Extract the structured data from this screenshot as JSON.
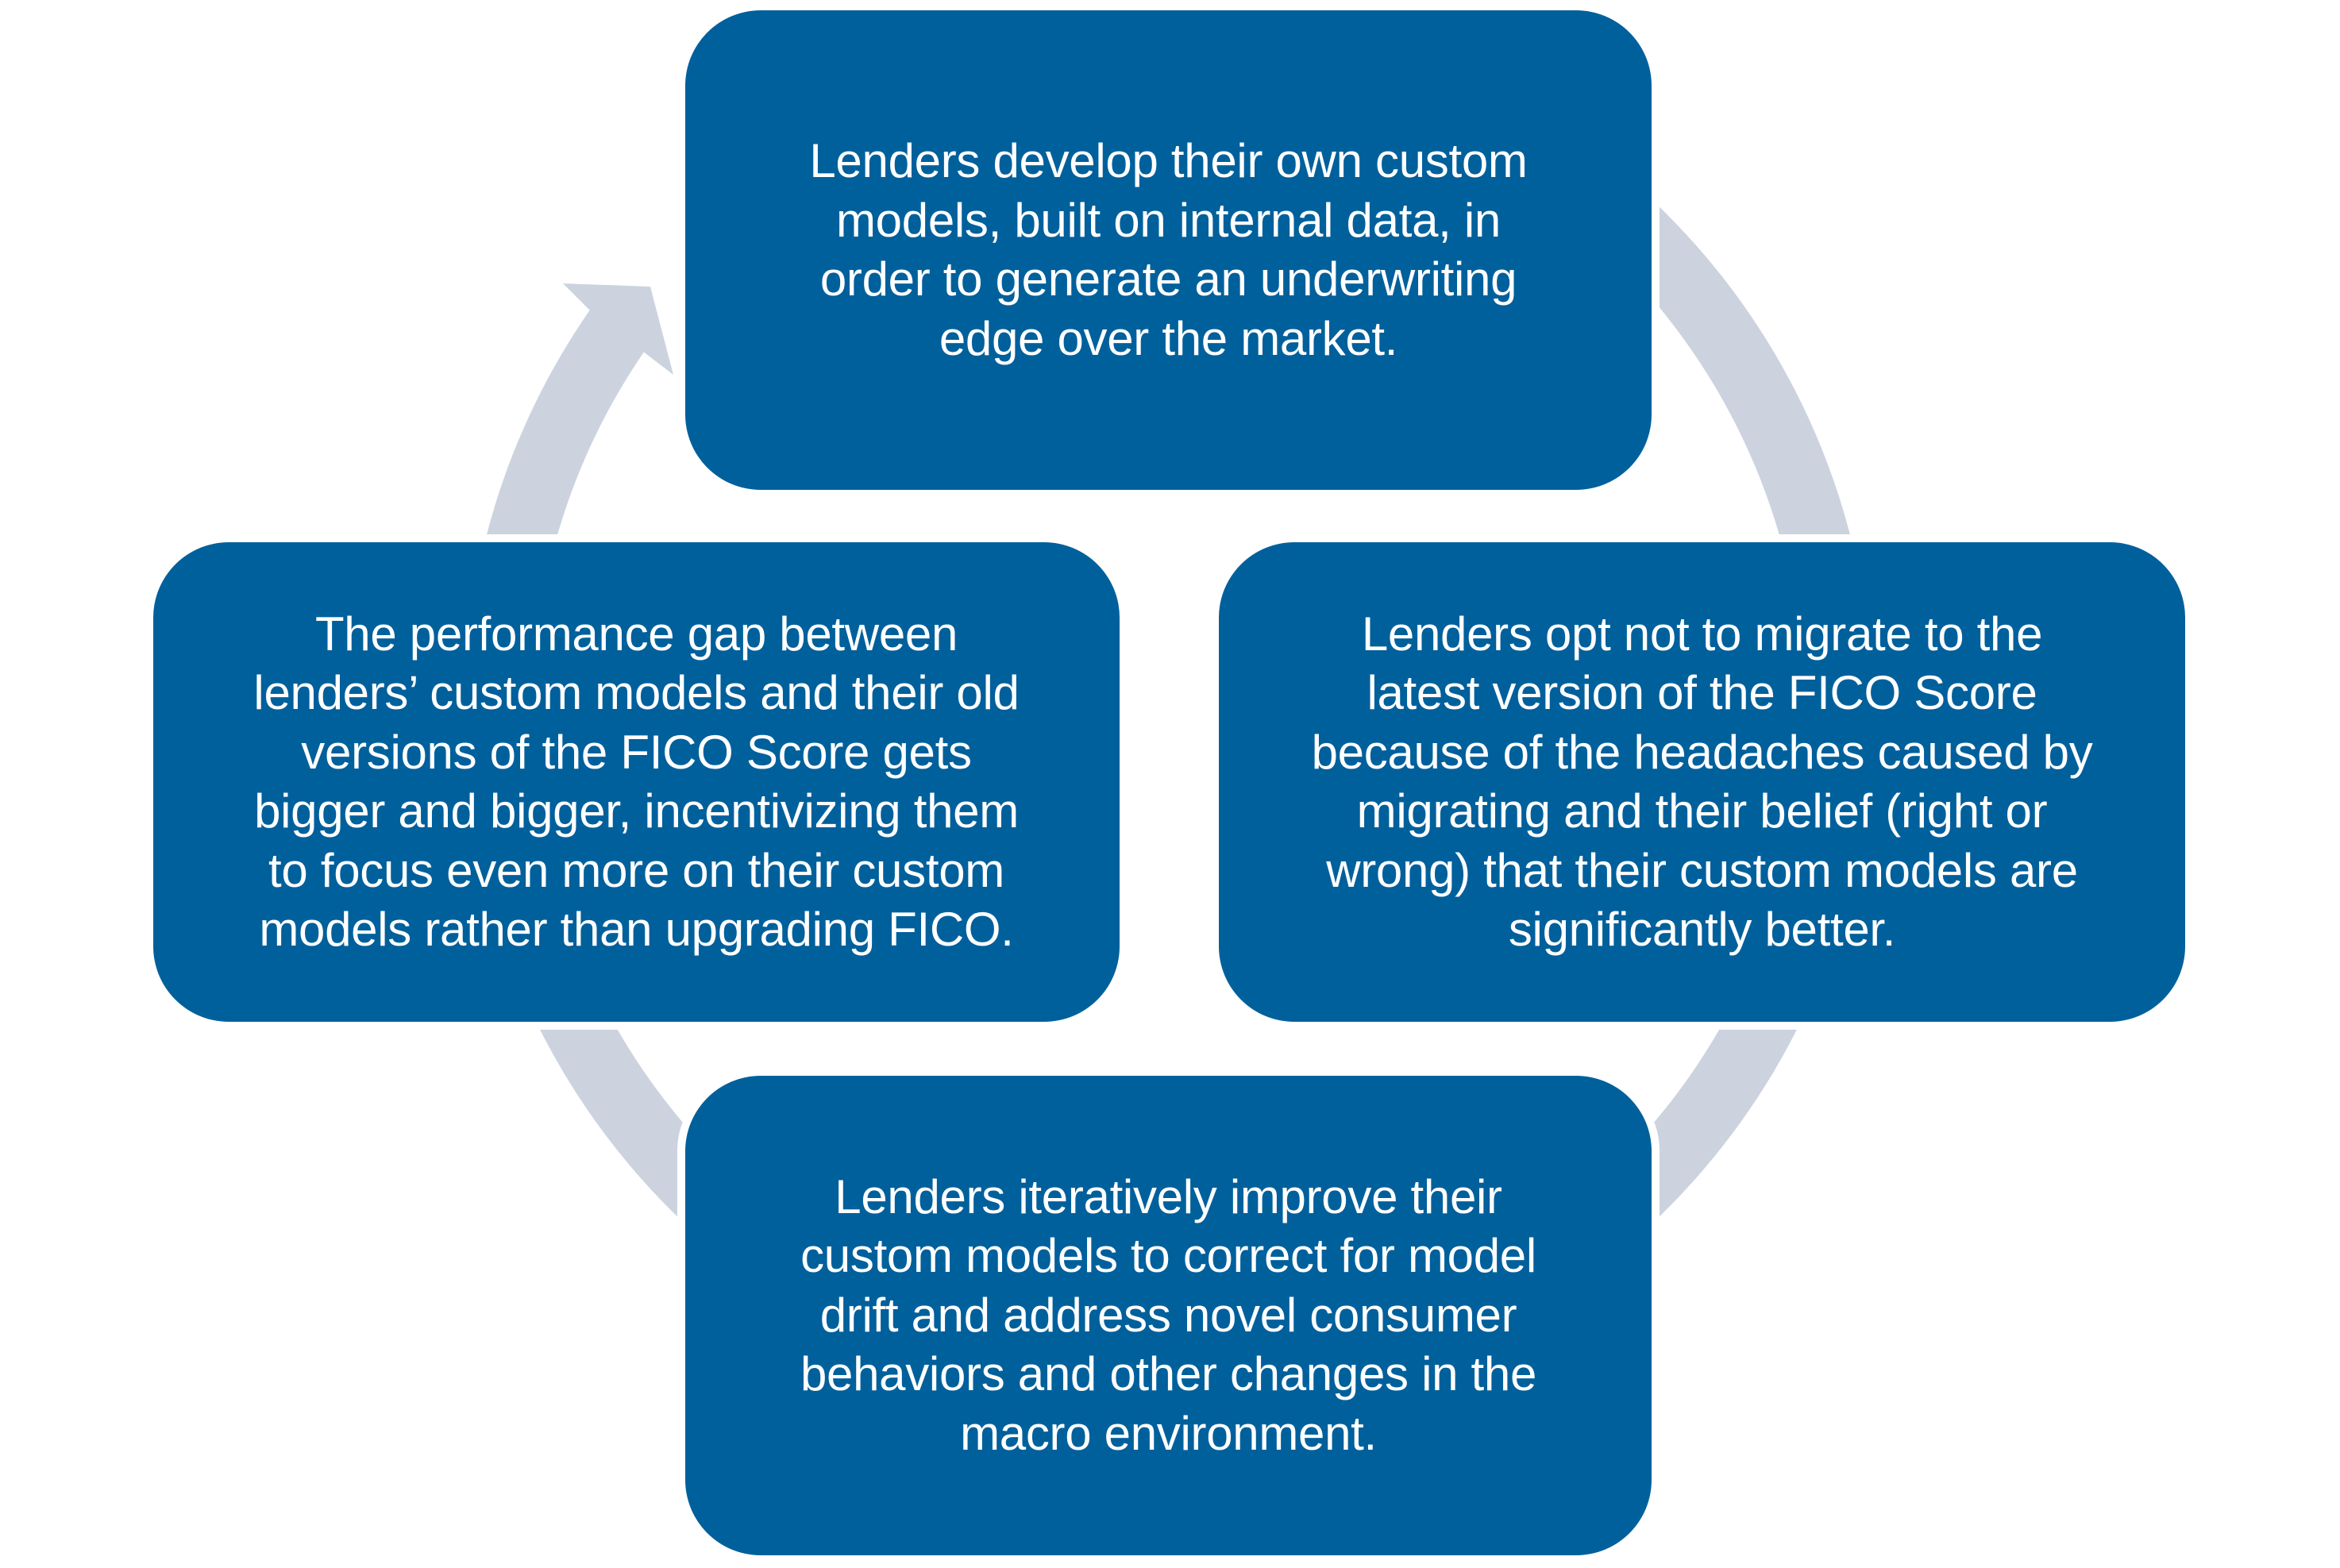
{
  "diagram": {
    "type": "cycle",
    "colors": {
      "box_fill": "#00609C",
      "box_text": "#FFFFFF",
      "arrow": "#CCD3DF",
      "background": "#FFFFFF"
    },
    "steps": [
      {
        "id": "top",
        "lines": [
          "Lenders develop their own custom",
          "models, built on internal data, in",
          "order to generate an underwriting",
          "edge over the market."
        ]
      },
      {
        "id": "right",
        "lines": [
          "Lenders opt not to migrate to the",
          "latest version of the FICO Score",
          "because of the headaches caused by",
          "migrating and their belief (right or",
          "wrong) that their custom models are",
          "significantly better."
        ]
      },
      {
        "id": "bottom",
        "lines": [
          "Lenders iteratively improve their",
          "custom models to correct for model",
          "drift and address novel consumer",
          "behaviors and other changes in the",
          "macro environment."
        ]
      },
      {
        "id": "left",
        "lines": [
          "The performance gap between",
          "lenders’ custom models and their old",
          "versions of the FICO Score gets",
          "bigger and bigger, incentivizing them",
          "to focus even more on their custom",
          "models rather than upgrading FICO."
        ]
      }
    ],
    "arrow": {
      "direction": "clockwise",
      "icon": "circular-arrow-icon"
    }
  }
}
